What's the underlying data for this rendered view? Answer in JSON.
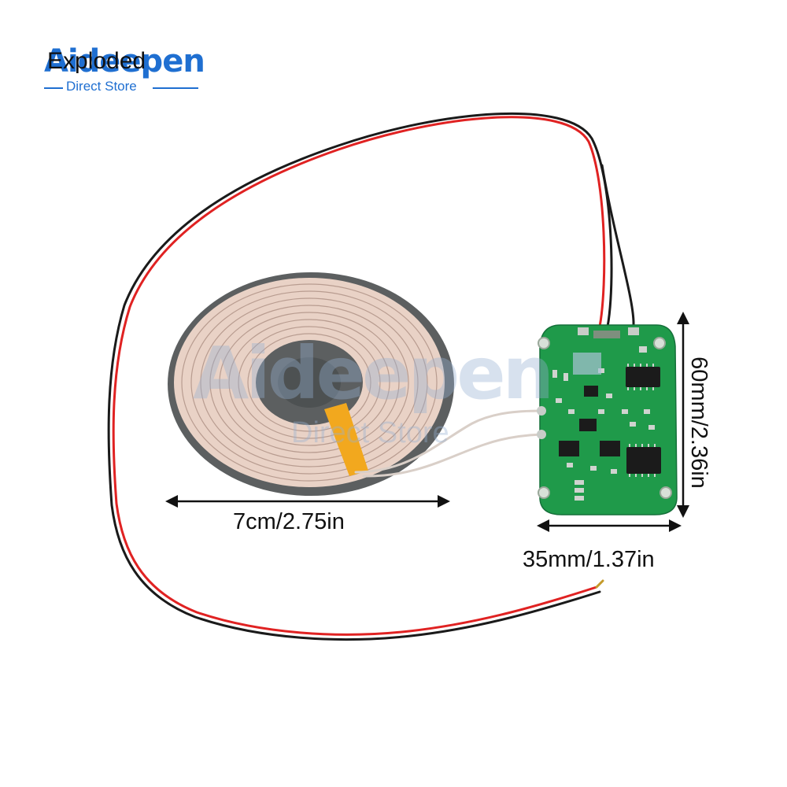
{
  "logo": {
    "brand": "Aideepen",
    "overlay": "Exploded",
    "subtitle": "Direct Store",
    "color": "#1f6fd1"
  },
  "watermark": {
    "brand": "Aideepen",
    "subtitle": "Direct Store"
  },
  "dimensions": {
    "coil_diameter": "7cm/2.75in",
    "board_height": "60mm/2.36in",
    "board_width": "35mm/1.37in"
  },
  "colors": {
    "pcb": "#1f9a4a",
    "coil_wire": "#e9d2c6",
    "coil_backing": "#5c5f60",
    "cable_red": "#e02222",
    "cable_black": "#1a1a1a",
    "tape": "#f2a81e"
  }
}
